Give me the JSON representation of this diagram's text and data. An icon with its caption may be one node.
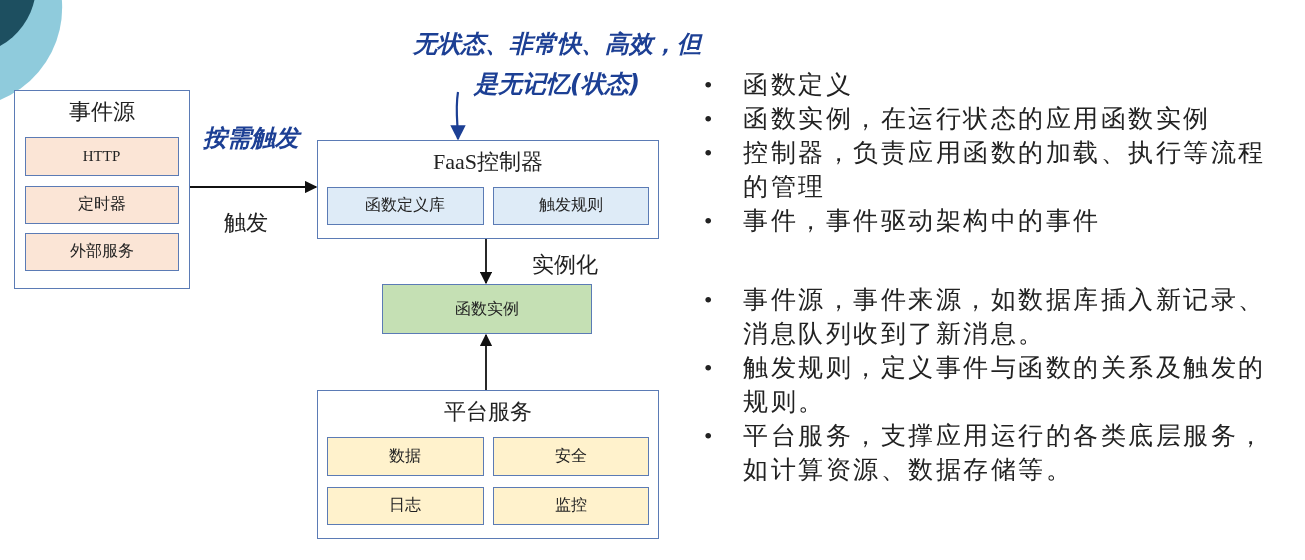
{
  "diagram": {
    "nodes": [
      {
        "text": [
          "事件源"
        ]
      },
      {
        "text": [
          "HTTP"
        ],
        "in": 0
      },
      {
        "text": [
          "定时器"
        ],
        "in": 0
      },
      {
        "text": [
          "外部服务"
        ],
        "in": 0
      },
      {
        "text": [
          "FaaS控制器"
        ]
      },
      {
        "text": [
          "函数定义库"
        ],
        "in": 4
      },
      {
        "text": [
          "触发规则"
        ],
        "in": 4
      },
      {
        "text": [
          "函数实例"
        ]
      },
      {
        "text": [
          "平台服务"
        ]
      },
      {
        "text": [
          "数据"
        ],
        "in": 8
      },
      {
        "text": [
          "安全"
        ],
        "in": 8
      },
      {
        "text": [
          "日志"
        ],
        "in": 8
      },
      {
        "text": [
          "监控"
        ],
        "in": 8
      },
      {
        "text": [
          "无状态、非常快、高效，但是无记忆(状态)"
        ]
      }
    ],
    "edges": [
      {
        "from": 0,
        "to": 4,
        "arrow": "to",
        "label": "触发"
      },
      {
        "from": 4,
        "to": 7,
        "arrow": "to",
        "label": "实例化"
      },
      {
        "from": 8,
        "to": 7,
        "arrow": "to"
      },
      {
        "from": 13,
        "to": 4,
        "arrow": "to",
        "color": "#1c3f94"
      }
    ],
    "labels": [
      "按需触发",
      "•",
      "函数定义",
      "•",
      "函数实例，在运行状态的应用函数实例",
      "•",
      "控制器，负责应用函数的加载、执行等流程的管理",
      "•",
      "事件，事件驱动架构中的事件",
      "•",
      "事件源，事件来源，如数据库插入新记录、消息队列收到了新消息。",
      "•",
      "触发规则，定义事件与函数的关系及触发的规则。",
      "•",
      "平台服务，支撑应用运行的各类底层服务，如计算资源、数据存储等。"
    ]
  }
}
